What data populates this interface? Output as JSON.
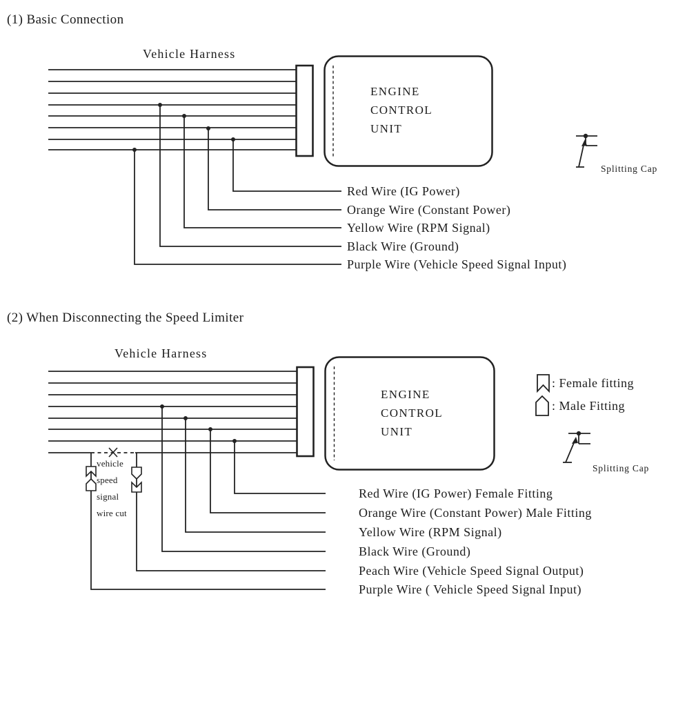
{
  "s1": {
    "heading": "(1) Basic Connection",
    "harness": "Vehicle Harness",
    "ecu": "ENGINE\nCONTROL\nUNIT",
    "splitting_cap": "Splitting Cap",
    "wires": [
      "Red Wire (IG Power)",
      "Orange Wire (Constant Power)",
      "Yellow Wire (RPM Signal)",
      "Black Wire (Ground)",
      "Purple Wire (Vehicle Speed Signal Input)"
    ]
  },
  "s2": {
    "heading": "(2) When Disconnecting the Speed Limiter",
    "harness": "Vehicle Harness",
    "ecu": "ENGINE\nCONTROL\nUNIT",
    "legend_female": ": Female fitting",
    "legend_male": ": Male Fitting",
    "splitting_cap": "Splitting Cap",
    "cut_note": "vehicle\nspeed\nsignal\nwire cut",
    "wires": [
      "Red Wire (IG Power) Female Fitting",
      "Orange Wire (Constant Power) Male Fitting",
      "Yellow Wire (RPM Signal)",
      "Black Wire (Ground)",
      "Peach Wire (Vehicle Speed Signal Output)",
      "Purple Wire ( Vehicle Speed Signal Input)"
    ]
  },
  "colors": {
    "ink": "#1c1c1c",
    "paper": "#ffffff"
  }
}
